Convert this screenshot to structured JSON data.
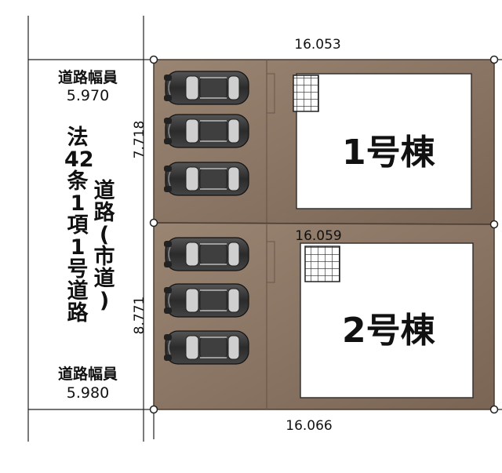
{
  "road": {
    "width_label_top": "道路幅員",
    "width_value_top": "5.970",
    "width_label_bottom": "道路幅員",
    "width_value_bottom": "5.980",
    "law_column": [
      "法",
      "42",
      "条",
      "1",
      "項",
      "1",
      "号",
      "道",
      "路"
    ],
    "type_column": [
      "道",
      "路",
      "(",
      "市",
      "道",
      ")"
    ]
  },
  "dimensions": {
    "top": "16.053",
    "middle": "16.059",
    "bottom": "16.066",
    "left_upper": "7.718",
    "left_lower": "8.771"
  },
  "lots": [
    {
      "building_label": "1号棟",
      "parking_spaces": 3
    },
    {
      "building_label": "2号棟",
      "parking_spaces": 3
    }
  ],
  "colors": {
    "lot_fill": "#8a7564",
    "lot_edge": "#6d5a4b",
    "building_fill": "#ffffff",
    "car_body": "#3a3a3a"
  }
}
